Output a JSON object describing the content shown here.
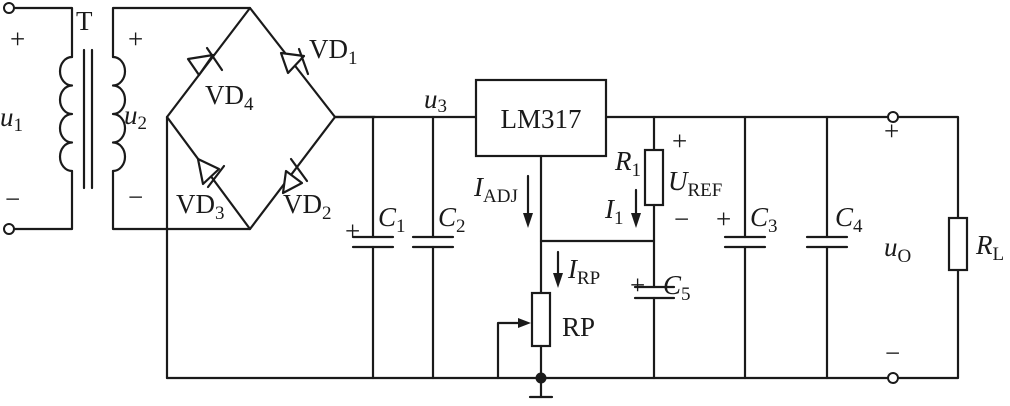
{
  "colors": {
    "ink": "#1a1a1a",
    "background": "#ffffff"
  },
  "labels": {
    "transformer": "T",
    "u1_symbol": "u",
    "u1_sub": "1",
    "u2_symbol": "u",
    "u2_sub": "2",
    "u3_symbol": "u",
    "u3_sub": "3",
    "uo_symbol": "u",
    "uo_sub": "O",
    "plus": "+",
    "minus": "−",
    "vd_prefix": "VD",
    "vd1_sub": "1",
    "vd2_sub": "2",
    "vd3_sub": "3",
    "vd4_sub": "4",
    "regulator": "LM317",
    "iadj_symbol": "I",
    "iadj_sub": "ADJ",
    "irp_symbol": "I",
    "irp_sub": "RP",
    "i1_symbol": "I",
    "i1_sub": "1",
    "r1_symbol": "R",
    "r1_sub": "1",
    "uref_symbol": "U",
    "uref_sub": "REF",
    "rl_symbol": "R",
    "rl_sub": "L",
    "rp": "RP",
    "c_symbol": "C",
    "c1_sub": "1",
    "c2_sub": "2",
    "c3_sub": "3",
    "c4_sub": "4",
    "c5_sub": "5"
  }
}
